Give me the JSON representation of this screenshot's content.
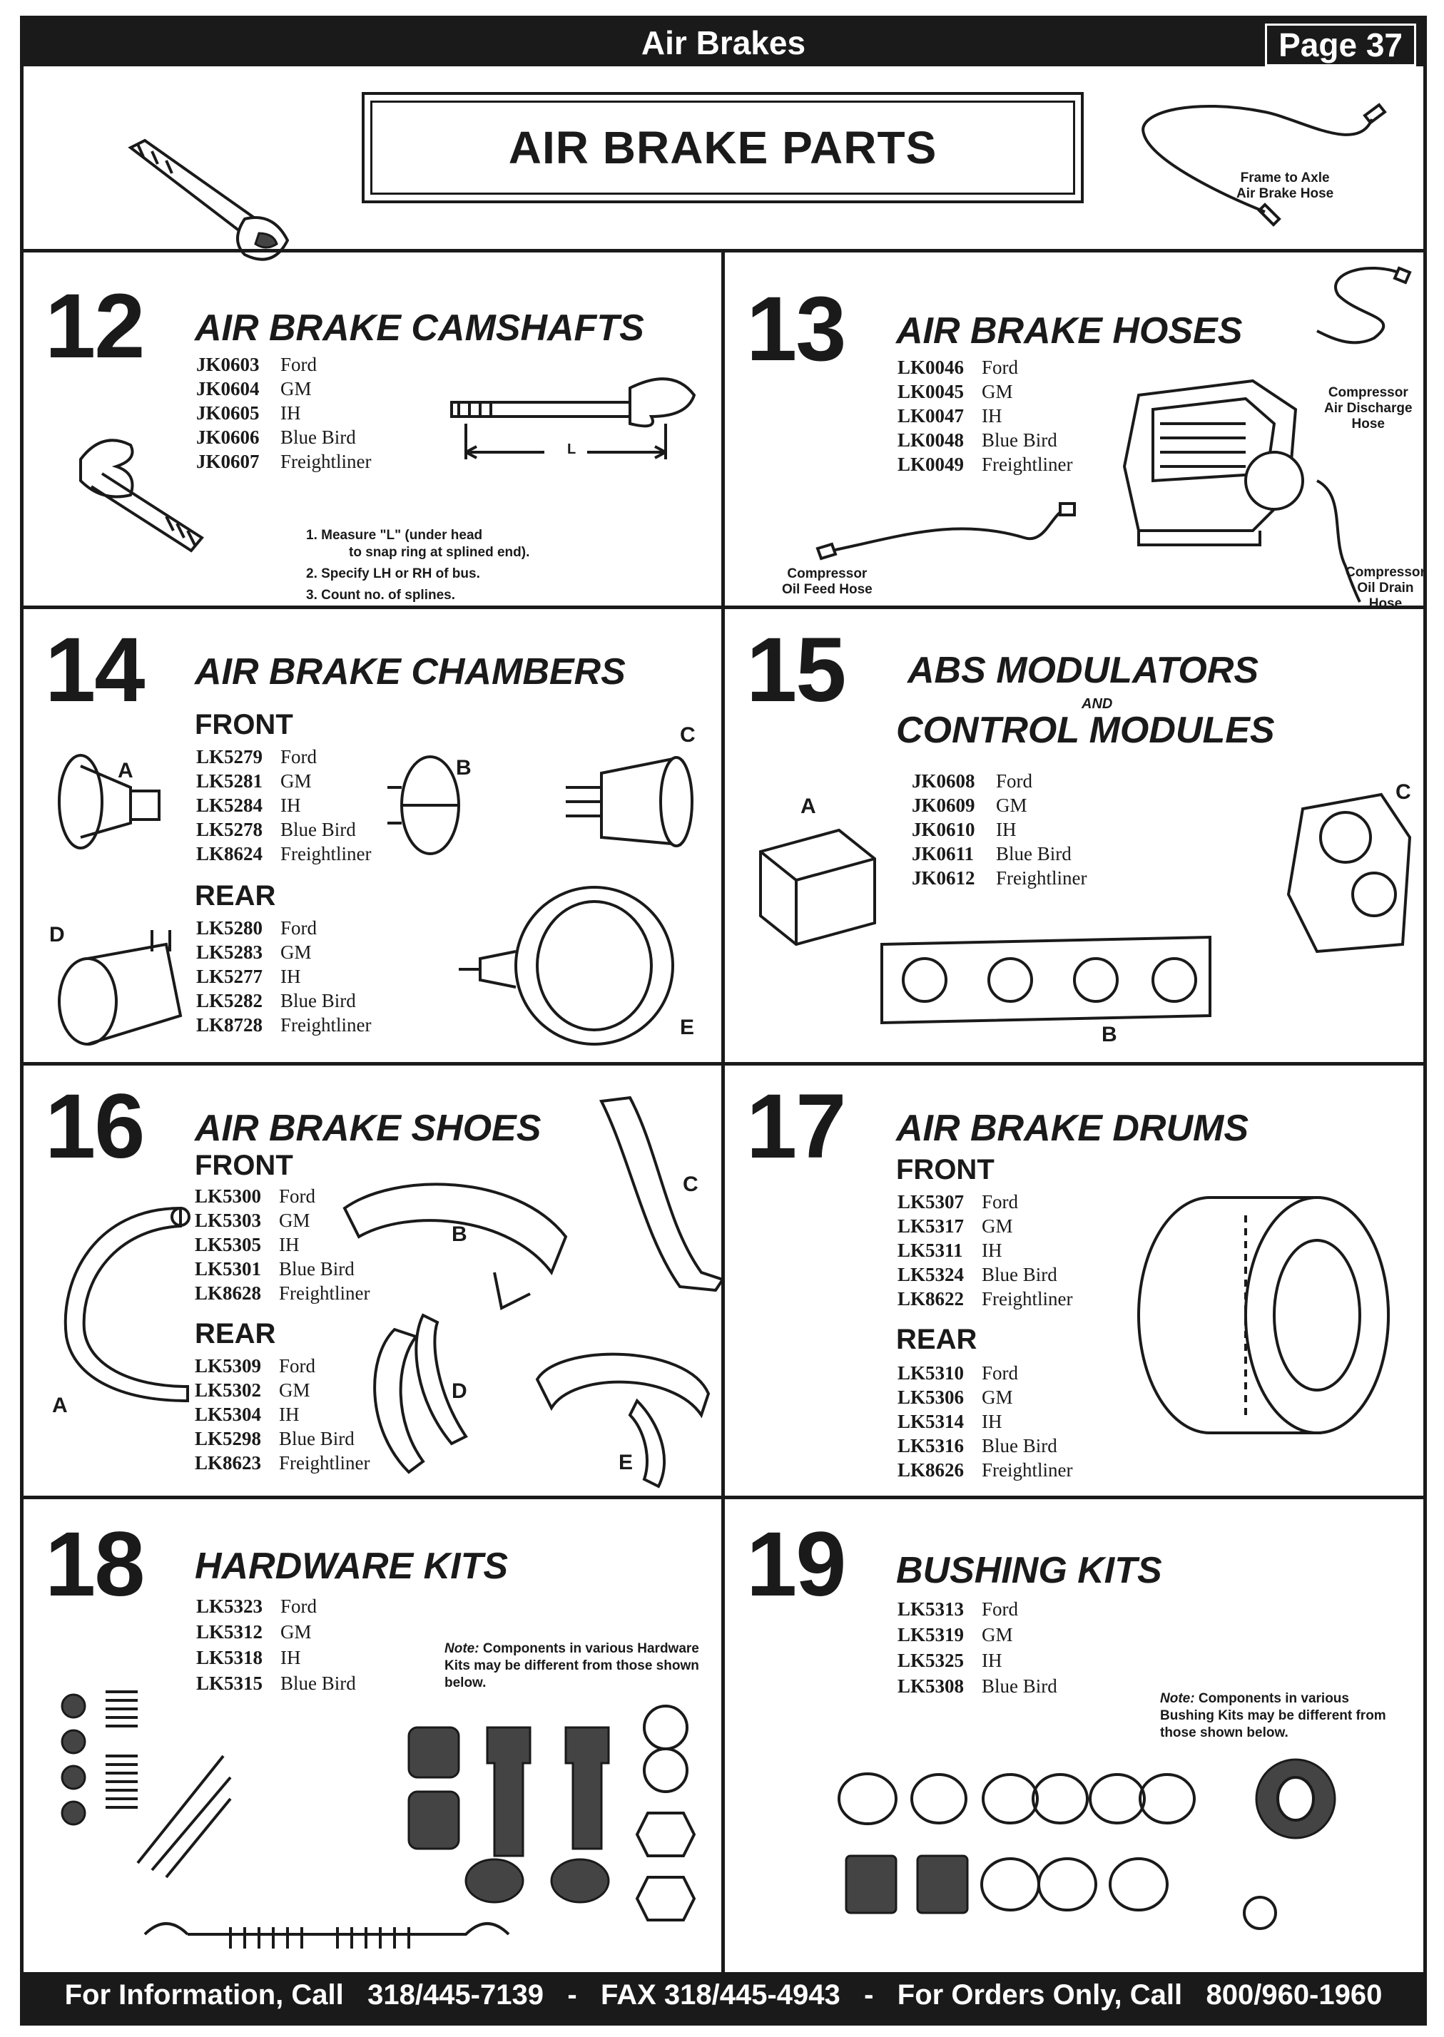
{
  "header": {
    "title": "Air Brakes",
    "page": "Page 37"
  },
  "main_title": "AIR BRAKE PARTS",
  "frame_hose_caption": "Frame to Axle\nAir Brake Hose",
  "sections": {
    "s12": {
      "number": "12",
      "title": "AIR BRAKE CAMSHAFTS",
      "items": [
        {
          "code": "JK0603",
          "make": "Ford"
        },
        {
          "code": "JK0604",
          "make": "GM"
        },
        {
          "code": "JK0605",
          "make": "IH"
        },
        {
          "code": "JK0606",
          "make": "Blue Bird"
        },
        {
          "code": "JK0607",
          "make": "Freightliner"
        }
      ],
      "dim_label": "L",
      "steps": [
        "1.  Measure \"L\" (under head",
        "to snap ring at splined end).",
        "2.  Specify LH or RH of bus.",
        "3.  Count no. of splines."
      ]
    },
    "s13": {
      "number": "13",
      "title": "AIR BRAKE HOSES",
      "items": [
        {
          "code": "LK0046",
          "make": "Ford"
        },
        {
          "code": "LK0045",
          "make": "GM"
        },
        {
          "code": "LK0047",
          "make": "IH"
        },
        {
          "code": "LK0048",
          "make": "Blue Bird"
        },
        {
          "code": "LK0049",
          "make": "Freightliner"
        }
      ],
      "cap_discharge": "Compressor\nAir Discharge\nHose",
      "cap_feed": "Compressor\nOil Feed Hose",
      "cap_drain": "Compressor\nOil Drain\nHose"
    },
    "s14": {
      "number": "14",
      "title": "AIR BRAKE CHAMBERS",
      "front_label": "FRONT",
      "rear_label": "REAR",
      "front": [
        {
          "code": "LK5279",
          "make": "Ford"
        },
        {
          "code": "LK5281",
          "make": "GM"
        },
        {
          "code": "LK5284",
          "make": "IH"
        },
        {
          "code": "LK5278",
          "make": "Blue Bird"
        },
        {
          "code": "LK8624",
          "make": "Freightliner"
        }
      ],
      "rear": [
        {
          "code": "LK5280",
          "make": "Ford"
        },
        {
          "code": "LK5283",
          "make": "GM"
        },
        {
          "code": "LK5277",
          "make": "IH"
        },
        {
          "code": "LK5282",
          "make": "Blue Bird"
        },
        {
          "code": "LK8728",
          "make": "Freightliner"
        }
      ],
      "letters": [
        "A",
        "B",
        "C",
        "D",
        "E"
      ]
    },
    "s15": {
      "number": "15",
      "title": "ABS MODULATORS",
      "and": "AND",
      "title2": "CONTROL MODULES",
      "items": [
        {
          "code": "JK0608",
          "make": "Ford"
        },
        {
          "code": "JK0609",
          "make": "GM"
        },
        {
          "code": "JK0610",
          "make": "IH"
        },
        {
          "code": "JK0611",
          "make": "Blue Bird"
        },
        {
          "code": "JK0612",
          "make": "Freightliner"
        }
      ],
      "letters": [
        "A",
        "B",
        "C"
      ]
    },
    "s16": {
      "number": "16",
      "title": "AIR BRAKE SHOES",
      "front_label": "FRONT",
      "rear_label": "REAR",
      "front": [
        {
          "code": "LK5300",
          "make": "Ford"
        },
        {
          "code": "LK5303",
          "make": "GM"
        },
        {
          "code": "LK5305",
          "make": "IH"
        },
        {
          "code": "LK5301",
          "make": "Blue Bird"
        },
        {
          "code": "LK8628",
          "make": "Freightliner"
        }
      ],
      "rear": [
        {
          "code": "LK5309",
          "make": "Ford"
        },
        {
          "code": "LK5302",
          "make": "GM"
        },
        {
          "code": "LK5304",
          "make": "IH"
        },
        {
          "code": "LK5298",
          "make": "Blue Bird"
        },
        {
          "code": "LK8623",
          "make": "Freightliner"
        }
      ],
      "letters": [
        "A",
        "B",
        "C",
        "D",
        "E"
      ]
    },
    "s17": {
      "number": "17",
      "title": "AIR BRAKE DRUMS",
      "front_label": "FRONT",
      "rear_label": "REAR",
      "front": [
        {
          "code": "LK5307",
          "make": "Ford"
        },
        {
          "code": "LK5317",
          "make": "GM"
        },
        {
          "code": "LK5311",
          "make": "IH"
        },
        {
          "code": "LK5324",
          "make": "Blue Bird"
        },
        {
          "code": "LK8622",
          "make": "Freightliner"
        }
      ],
      "rear": [
        {
          "code": "LK5310",
          "make": "Ford"
        },
        {
          "code": "LK5306",
          "make": "GM"
        },
        {
          "code": "LK5314",
          "make": "IH"
        },
        {
          "code": "LK5316",
          "make": "Blue Bird"
        },
        {
          "code": "LK8626",
          "make": "Freightliner"
        }
      ]
    },
    "s18": {
      "number": "18",
      "title": "HARDWARE KITS",
      "items": [
        {
          "code": "LK5323",
          "make": "Ford"
        },
        {
          "code": "LK5312",
          "make": "GM"
        },
        {
          "code": "LK5318",
          "make": "IH"
        },
        {
          "code": "LK5315",
          "make": "Blue Bird"
        }
      ],
      "note_label": "Note:",
      "note_text": "Components in various Hardware Kits may be different from those shown below."
    },
    "s19": {
      "number": "19",
      "title": "BUSHING KITS",
      "items": [
        {
          "code": "LK5313",
          "make": "Ford"
        },
        {
          "code": "LK5319",
          "make": "GM"
        },
        {
          "code": "LK5325",
          "make": "IH"
        },
        {
          "code": "LK5308",
          "make": "Blue Bird"
        }
      ],
      "note_label": "Note:",
      "note_text": "Components in various Bushing Kits may be different from those shown below."
    }
  },
  "footer": {
    "contact": "For Information, Call   318/445-7139   -   FAX 318/445-4943   -   For Orders Only, Call   800/960-1960"
  }
}
